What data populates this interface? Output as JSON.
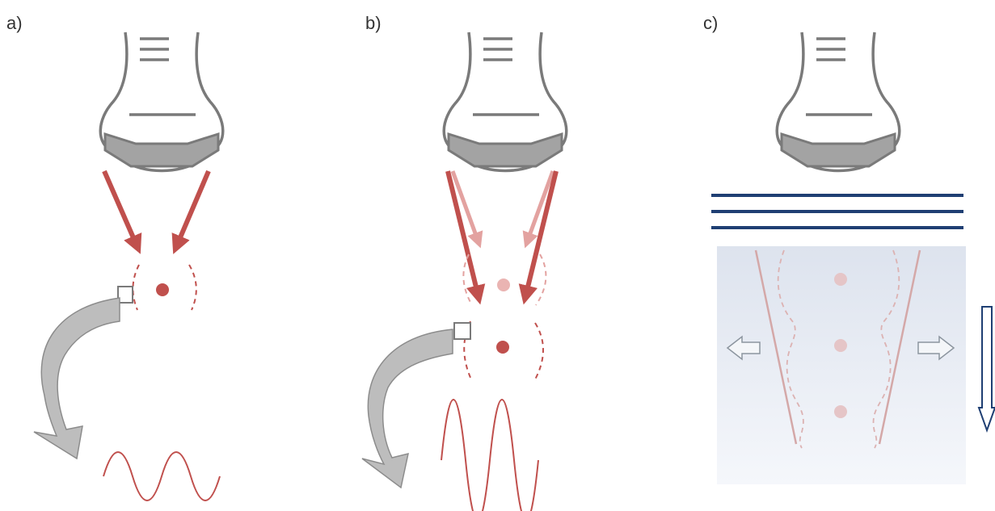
{
  "panels": [
    {
      "id": "a",
      "label": "a)"
    },
    {
      "id": "b",
      "label": "b)"
    },
    {
      "id": "c",
      "label": "c)"
    }
  ],
  "colors": {
    "transducer": "#7a7a7a",
    "transducer_face": "#a3a3a3",
    "beam": "#c0504d",
    "beam_faded": "#e3a2a0",
    "wave": "#c0504d",
    "plane_wave": "#1f3f73",
    "medium_top": "#dde3ee",
    "medium_bottom": "#f4f6fa",
    "curved_arrow": "#8c8c8c"
  },
  "icons": [
    "transducer-icon",
    "curved-arrow-icon",
    "sample-box-icon",
    "down-arrow-icon",
    "left-arrow-icon",
    "right-arrow-icon"
  ]
}
